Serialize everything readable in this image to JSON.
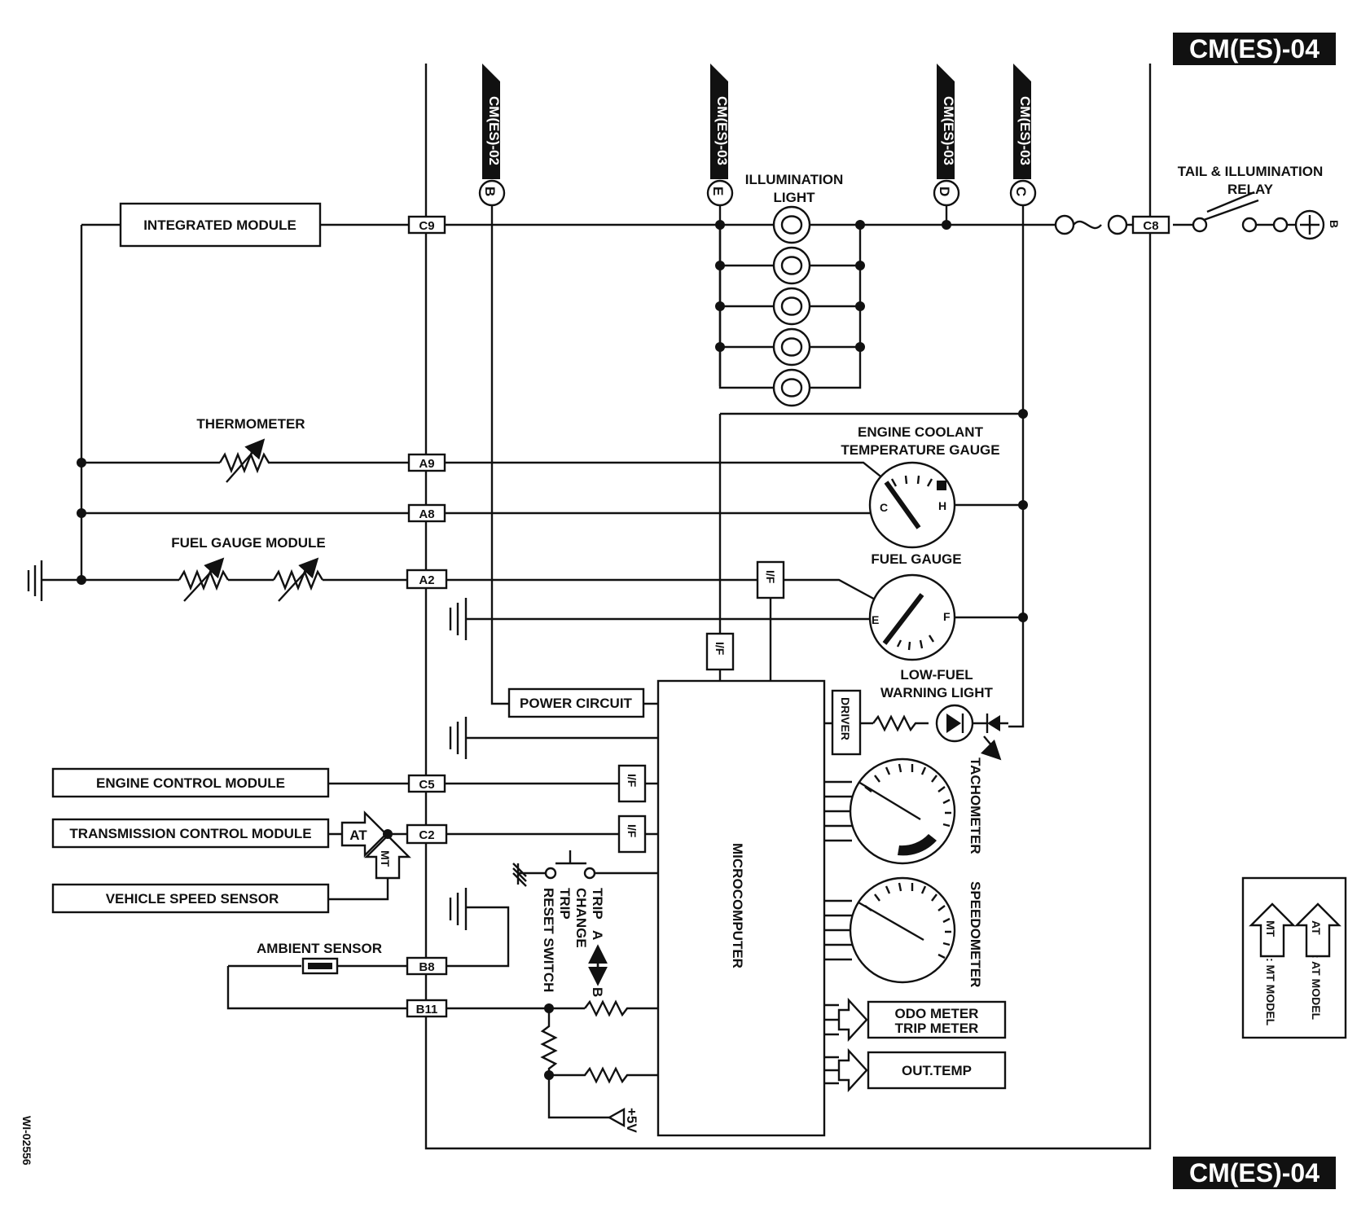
{
  "page_ref": "CM(ES)-04",
  "figure_id": "WI-02556",
  "off_page_refs": [
    {
      "id": "ref-b",
      "label": "CM(ES)-02",
      "letter": "B"
    },
    {
      "id": "ref-e",
      "label": "CM(ES)-03",
      "letter": "E"
    },
    {
      "id": "ref-d",
      "label": "CM(ES)-03",
      "letter": "D"
    },
    {
      "id": "ref-c",
      "label": "CM(ES)-03",
      "letter": "C"
    }
  ],
  "connectors": {
    "c9": "C9",
    "c8": "C8",
    "a9": "A9",
    "a8": "A8",
    "a2": "A2",
    "c5": "C5",
    "c2": "C2",
    "b8": "B8",
    "b11": "B11"
  },
  "modules": {
    "integrated": "INTEGRATED MODULE",
    "ecm": "ENGINE CONTROL MODULE",
    "tcm": "TRANSMISSION CONTROL MODULE",
    "vss": "VEHICLE SPEED SENSOR",
    "power": "POWER CIRCUIT",
    "micro": "MICROCOMPUTER",
    "driver": "DRIVER",
    "odo_line1": "ODO METER",
    "odo_line2": "TRIP METER",
    "outtemp": "OUT.TEMP"
  },
  "labels": {
    "illum_line1": "ILLUMINATION",
    "illum_line2": "LIGHT",
    "relay_line1": "TAIL & ILLUMINATION",
    "relay_line2": "RELAY",
    "battery": "B",
    "thermometer": "THERMOMETER",
    "fuel_module": "FUEL GAUGE MODULE",
    "ect_line1": "ENGINE COOLANT",
    "ect_line2": "TEMPERATURE GAUGE",
    "ect_c": "C",
    "ect_h": "H",
    "fuel_gauge": "FUEL GAUGE",
    "fuel_e": "E",
    "fuel_f": "F",
    "lowfuel_line1": "LOW-FUEL",
    "lowfuel_line2": "WARNING LIGHT",
    "tacho": "TACHOMETER",
    "speedo": "SPEEDOMETER",
    "ambient": "AMBIENT SENSOR",
    "if": "I/F",
    "at": "AT",
    "mt": "MT",
    "trip_change_1": "TRIP",
    "trip_change_2": "CHANGE",
    "trip_change_a": "A",
    "trip_change_b": "B",
    "trip_reset_1": "TRIP",
    "trip_reset_2": "RESET SWITCH",
    "plus5v": "+5V"
  },
  "legend": {
    "at": "AT",
    "at_desc": ": AT MODEL",
    "mt": "MT",
    "mt_desc": ": MT MODEL"
  }
}
